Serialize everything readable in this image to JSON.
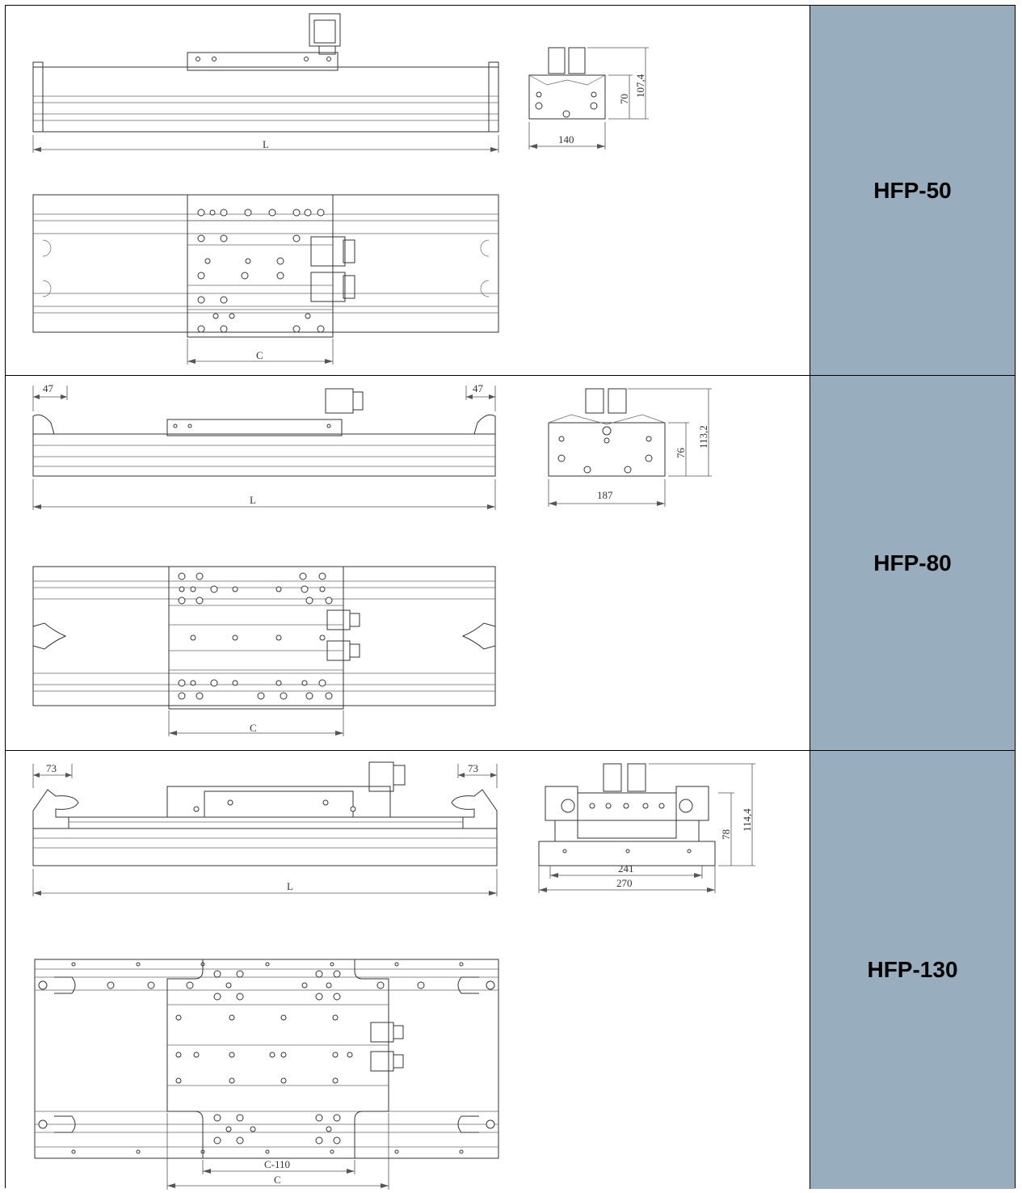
{
  "rows": [
    {
      "model": "HFP-50",
      "dims": {
        "length": "L",
        "carriage": "C",
        "width": "140",
        "height": "70",
        "total_height": "107,4"
      }
    },
    {
      "model": "HFP-80",
      "dims": {
        "length": "L",
        "carriage": "C",
        "width": "187",
        "height": "76",
        "total_height": "113,2",
        "end_left": "47",
        "end_right": "47"
      }
    },
    {
      "model": "HFP-130",
      "dims": {
        "length": "L",
        "carriage": "C",
        "carriage_inner": "C-110",
        "width_inner": "241",
        "width": "270",
        "height": "78",
        "total_height": "114,4",
        "end_left": "73",
        "end_right": "73"
      }
    }
  ],
  "colors": {
    "label_bg": "#98aebe",
    "border": "#000000",
    "line": "#333333"
  }
}
